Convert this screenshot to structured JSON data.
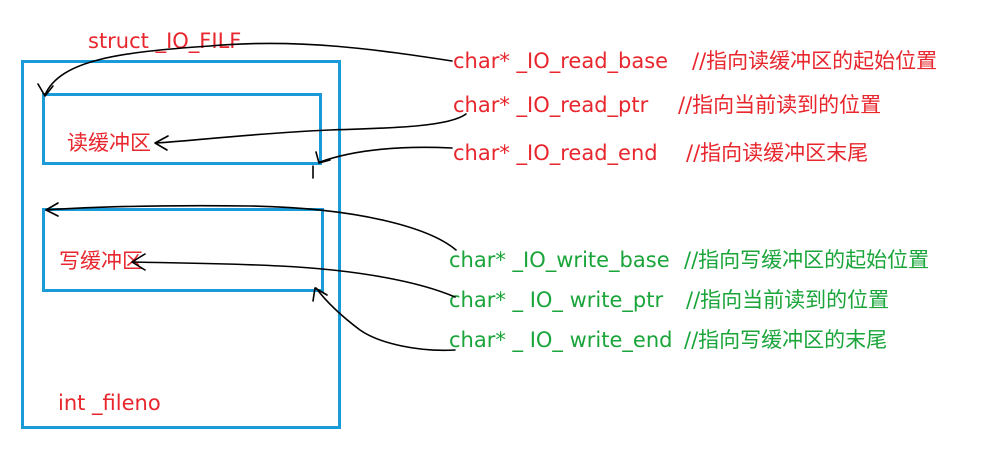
{
  "struct": {
    "title": "struct _IO_FILF",
    "read_buffer_label": "读缓冲区",
    "write_buffer_label": "写缓冲区",
    "fileno_label": "int _fileno"
  },
  "read_pointers": [
    {
      "code": "char* _IO_read_base",
      "comment": "//指向读缓冲区的起始位置"
    },
    {
      "code": "char* _IO_read_ptr",
      "comment": "//指向当前读到的位置"
    },
    {
      "code": "char* _IO_read_end",
      "comment": "//指向读缓冲区末尾"
    }
  ],
  "write_pointers": [
    {
      "code": "char* _IO_write_base",
      "comment": "//指向写缓冲区的起始位置"
    },
    {
      "code": "char* _ IO_ write_ptr",
      "comment": "//指向当前读到的位置"
    },
    {
      "code": "char* _ IO_ write_end",
      "comment": "//指向写缓冲区的末尾"
    }
  ],
  "colors": {
    "box": "#1a9bd7",
    "read_text": "#e8262d",
    "write_text": "#1aa53a",
    "arrow": "#000000"
  }
}
